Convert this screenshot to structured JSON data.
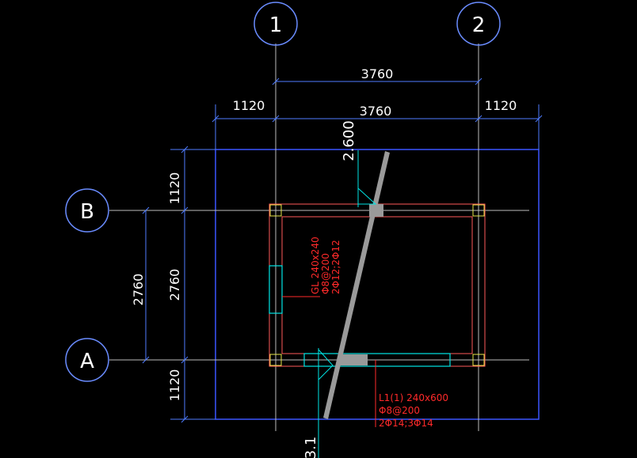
{
  "colors": {
    "background": "#000000",
    "grid_line": "#bdbdbd",
    "dimension": "#4f7cff",
    "axis_circle": "#6a8cff",
    "boundary": "#3a55ff",
    "wall": "#ff5a5a",
    "beam_opening": "#00e5e5",
    "annotation": "#ff2a2a",
    "section": "#9a9a9a",
    "text": "#ffffff",
    "column": "#e6e64a"
  },
  "axes": {
    "col1": "1",
    "col2": "2",
    "rowB": "B",
    "rowA": "A"
  },
  "dims": {
    "top_total": "3760",
    "top_left": "1120",
    "top_mid": "3760",
    "top_right": "1120",
    "left_top": "1120",
    "left_mid": "2760",
    "left_bot": "1120",
    "left_outer_mid": "2760"
  },
  "elevations": {
    "top": "2.600",
    "bottom": "3.1"
  },
  "labels": {
    "gl_line1": "GL 240x240",
    "gl_line2": "Φ8@200",
    "gl_line3": "2Φ12;2Φ12",
    "l1_line1": "L1(1) 240x600",
    "l1_line2": "Φ8@200",
    "l1_line3": "2Φ14;3Φ14"
  }
}
